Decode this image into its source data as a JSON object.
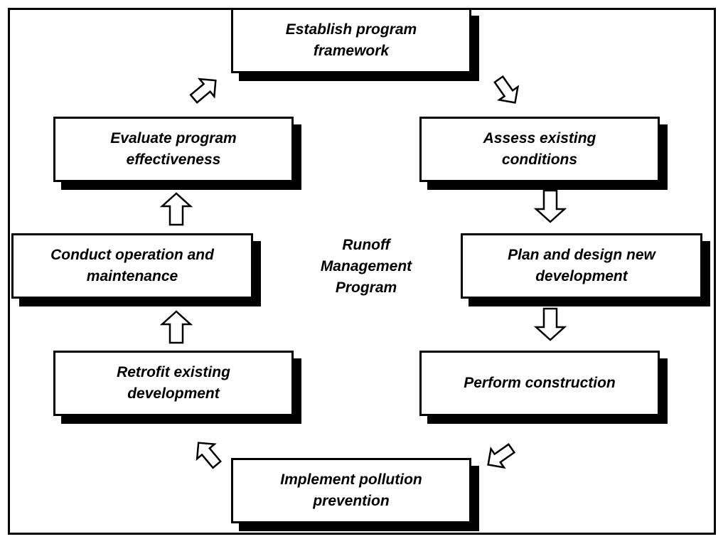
{
  "title": "",
  "center_label": "Runoff\nManagement\nProgram",
  "steps": [
    {
      "id": "establish",
      "label": "Establish program\nframework"
    },
    {
      "id": "assess",
      "label": "Assess existing\nconditions"
    },
    {
      "id": "plan",
      "label": "Plan and design new\ndevelopment"
    },
    {
      "id": "construct",
      "label": "Perform construction"
    },
    {
      "id": "pollution",
      "label": "Implement pollution\nprevention"
    },
    {
      "id": "retrofit",
      "label": "Retrofit existing\ndevelopment"
    },
    {
      "id": "operate",
      "label": "Conduct operation and\nmaintenance"
    },
    {
      "id": "evaluate",
      "label": "Evaluate program\neffectiveness"
    }
  ],
  "flow": [
    [
      "establish",
      "assess"
    ],
    [
      "assess",
      "plan"
    ],
    [
      "plan",
      "construct"
    ],
    [
      "construct",
      "pollution"
    ],
    [
      "pollution",
      "retrofit"
    ],
    [
      "retrofit",
      "operate"
    ],
    [
      "operate",
      "evaluate"
    ],
    [
      "evaluate",
      "establish"
    ]
  ],
  "colors": {
    "box_fill": "#ffffff",
    "outline": "#000000",
    "shadow": "#000000"
  }
}
